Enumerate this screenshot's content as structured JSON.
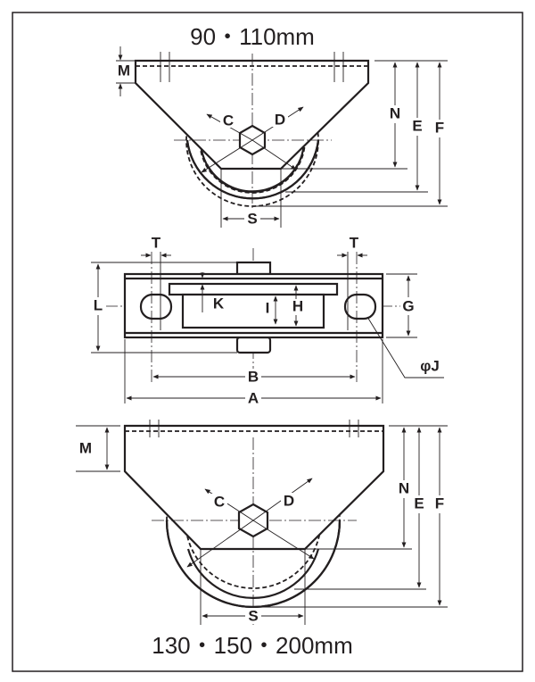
{
  "titles": {
    "small": "90・110mm",
    "large": "130・150・200mm"
  },
  "labels": {
    "M": "M",
    "N": "N",
    "E": "E",
    "F": "F",
    "C": "C",
    "D": "D",
    "S": "S",
    "T": "T",
    "L": "L",
    "K": "K",
    "I": "I",
    "H": "H",
    "G": "G",
    "B": "B",
    "A": "A",
    "J": "φJ"
  },
  "colors": {
    "line": "#231f20",
    "background": "#ffffff"
  }
}
